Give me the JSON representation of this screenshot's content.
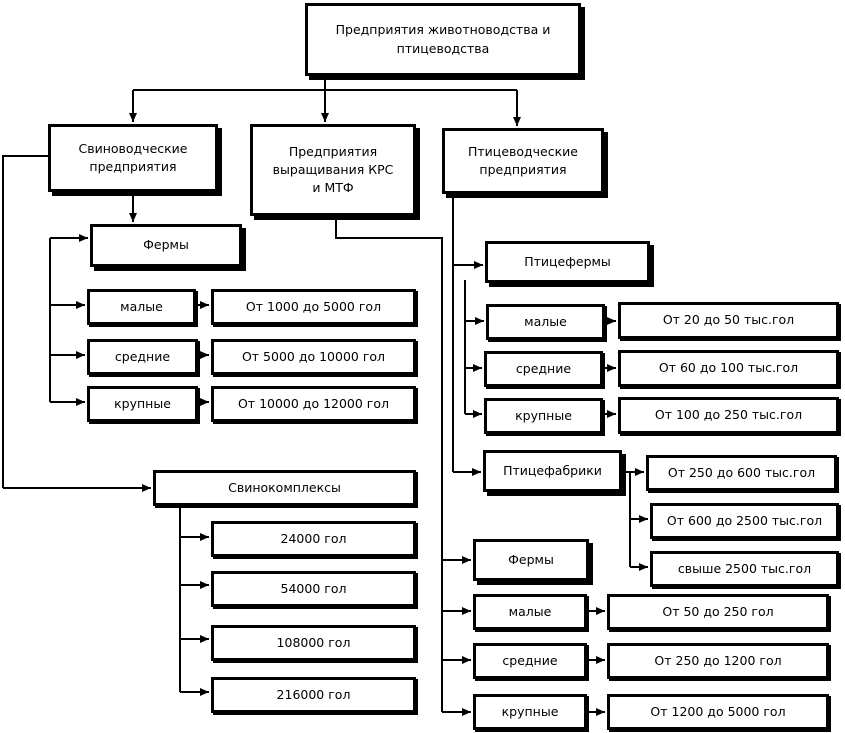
{
  "nodes": {
    "root": "Предприятия животноводства и\nптицеводства",
    "pig": "Свиноводческие\nпредприятия",
    "cattle": "Предприятия\nвыращивания КРС\nи МТФ",
    "poultry": "Птицеводческие\nпредприятия",
    "pig_farms": "Фермы",
    "pig_small": "малые",
    "pig_small_val": "От 1000 до 5000 гол",
    "pig_medium": "средние",
    "pig_medium_val": "От 5000 до 10000 гол",
    "pig_large": "крупные",
    "pig_large_val": "От 10000 до 12000 гол",
    "pig_complexes": "Свинокомплексы",
    "complex_1": "24000 гол",
    "complex_2": "54000 гол",
    "complex_3": "108000 гол",
    "complex_4": "216000 гол",
    "poultry_farms": "Птицефермы",
    "pf_small": "малые",
    "pf_small_val": "От 20 до 50 тыс.гол",
    "pf_medium": "средние",
    "pf_medium_val": "От 60 до 100 тыс.гол",
    "pf_large": "крупные",
    "pf_large_val": "От 100 до 250 тыс.гол",
    "poultry_factories": "Птицефабрики",
    "fac_1": "От 250 до 600 тыс.гол",
    "fac_2": "От 600 до 2500 тыс.гол",
    "fac_3": "свыше 2500 тыс.гол",
    "cattle_farms": "Фермы",
    "cf_small": "малые",
    "cf_small_val": "От 50 до 250 гол",
    "cf_medium": "средние",
    "cf_medium_val": "От 250 до 1200 гол",
    "cf_large": "крупные",
    "cf_large_val": "От 1200 до 5000 гол"
  }
}
